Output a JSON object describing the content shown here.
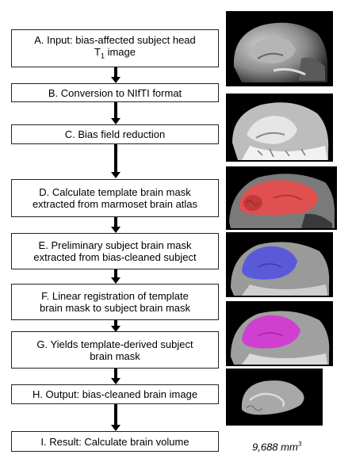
{
  "steps": [
    {
      "id": "A",
      "line1": "A. Input: bias-affected subject head",
      "line2_pre": "T",
      "line2_sub": "1",
      "line2_post": " image"
    },
    {
      "id": "B",
      "text": "B. Conversion to NIfTI format"
    },
    {
      "id": "C",
      "text": "C. Bias field reduction"
    },
    {
      "id": "D",
      "line1": "D. Calculate template brain mask",
      "line2": "extracted from marmoset brain atlas"
    },
    {
      "id": "E",
      "line1": "E. Preliminary subject brain mask",
      "line2": "extracted from bias-cleaned subject"
    },
    {
      "id": "F",
      "line1": "F. Linear registration of template",
      "line2": "brain mask to subject brain mask"
    },
    {
      "id": "G",
      "line1": "G. Yields template-derived subject",
      "line2": "brain mask"
    },
    {
      "id": "H",
      "text": "H. Output: bias-cleaned brain image"
    },
    {
      "id": "I",
      "text": "I. Result: Calculate brain volume"
    }
  ],
  "result": {
    "value": "9,688 mm",
    "unit_sup": "3"
  },
  "colors": {
    "template_mask": "#e05050",
    "subject_mask": "#5a5ad8",
    "registered_mask": "#d040d0",
    "arrow": "#000000"
  }
}
